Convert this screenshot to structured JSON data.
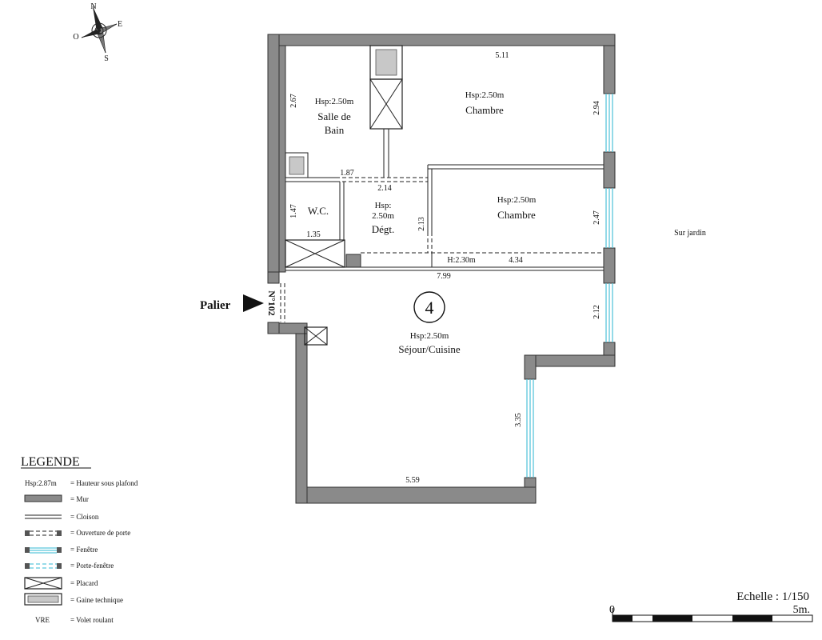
{
  "compass": {
    "north": "N",
    "east": "E",
    "south": "S",
    "west": "O"
  },
  "rooms": {
    "sdb": {
      "hsp": "Hsp:2.50m",
      "name_line1": "Salle de",
      "name_line2": "Bain"
    },
    "chambre1": {
      "hsp": "Hsp:2.50m",
      "name": "Chambre"
    },
    "chambre2": {
      "hsp": "Hsp:2.50m",
      "name": "Chambre"
    },
    "wc": {
      "name": "W.C."
    },
    "degt": {
      "hsp_line1": "Hsp:",
      "hsp_line2": "2.50m",
      "name": "Dégt."
    },
    "sejour": {
      "hsp": "Hsp:2.50m",
      "name": "Séjour/Cuisine"
    }
  },
  "dimensions": {
    "d511": "5.11",
    "d267": "2.67",
    "d294": "2.94",
    "d187": "1.87",
    "d214": "2.14",
    "d147": "1.47",
    "d213": "2.13",
    "d247": "2.47",
    "d135": "1.35",
    "h230": "H:2.30m",
    "d434": "4.34",
    "d799": "7.99",
    "d212": "2.12",
    "d335": "3.35",
    "d559": "5.59"
  },
  "lot_number": "4",
  "palier": "Palier",
  "door_number": "N°102",
  "sur_jardin": "Sur jardin",
  "legend": {
    "title": "LEGENDE",
    "items": [
      {
        "symbol": "Hsp:2.87m",
        "label": "= Hauteur sous plafond"
      },
      {
        "symbol": "",
        "label": "= Mur"
      },
      {
        "symbol": "",
        "label": "= Cloison"
      },
      {
        "symbol": "",
        "label": "= Ouverture de porte"
      },
      {
        "symbol": "",
        "label": "= Fenêtre"
      },
      {
        "symbol": "",
        "label": "= Porte-fenêtre"
      },
      {
        "symbol": "",
        "label": "= Placard"
      },
      {
        "symbol": "",
        "label": "= Gaine technique"
      },
      {
        "symbol": "VRE",
        "label": "= Volet roulant"
      }
    ]
  },
  "scale": {
    "label": "Echelle : 1/150",
    "start": "0",
    "end": "5m."
  }
}
